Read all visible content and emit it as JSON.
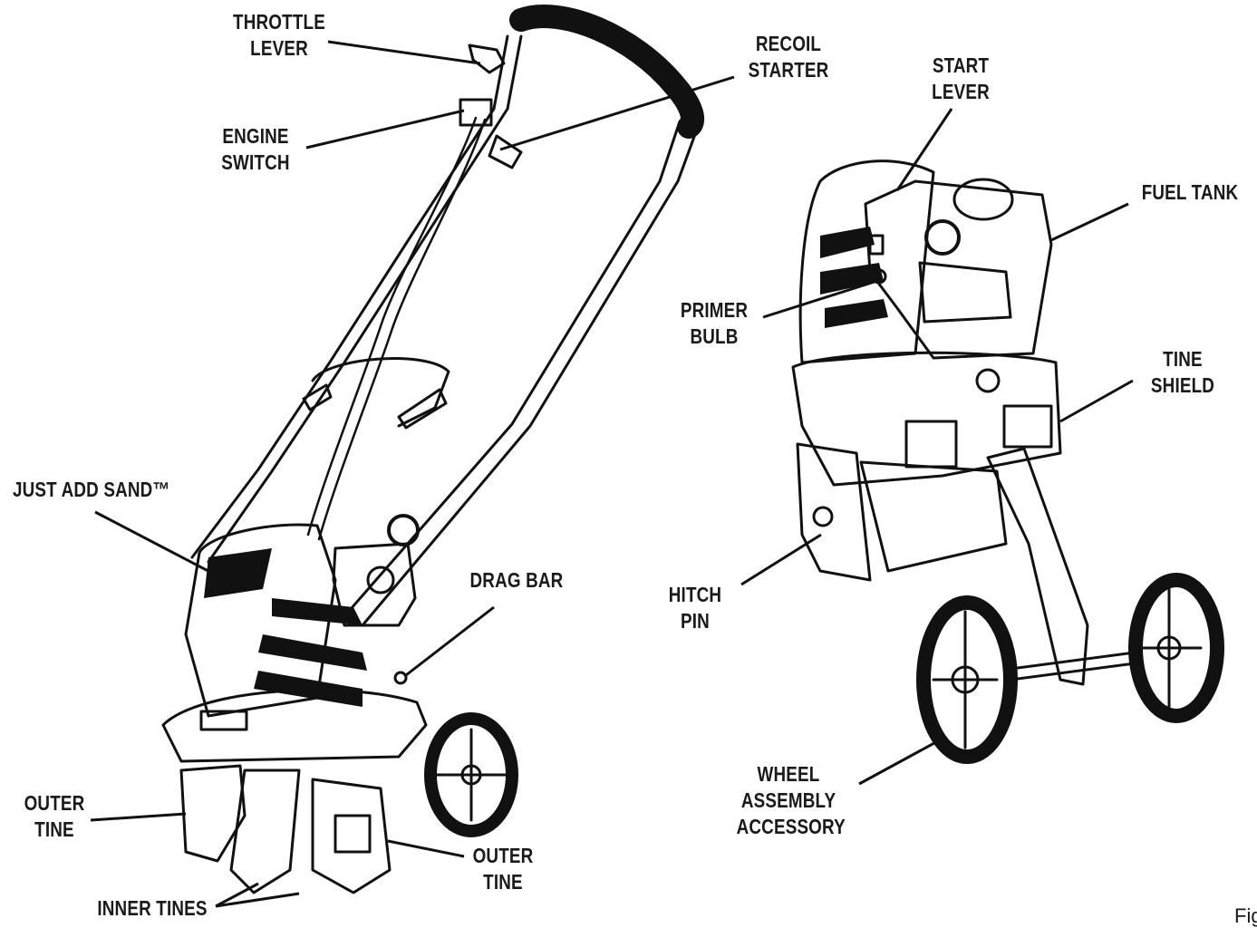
{
  "left_labels": {
    "throttle_lever": [
      "THROTTLE",
      "LEVER"
    ],
    "engine_switch": [
      "ENGINE",
      "SWITCH"
    ],
    "recoil_starter": [
      "RECOIL",
      "STARTER"
    ],
    "just_add_sand": "JUST ADD SAND™",
    "drag_bar": "DRAG BAR",
    "outer_tine_left": [
      "OUTER",
      "TINE"
    ],
    "outer_tine_right": [
      "OUTER",
      "TINE"
    ],
    "inner_tines": "INNER TINES"
  },
  "right_labels": {
    "start_lever": [
      "START",
      "LEVER"
    ],
    "fuel_tank": "FUEL TANK",
    "primer_bulb": [
      "PRIMER",
      "BULB"
    ],
    "tine_shield": [
      "TINE",
      "SHIELD"
    ],
    "hitch_pin": [
      "HITCH",
      "PIN"
    ],
    "wheel_assembly": [
      "WHEEL",
      "ASSEMBLY",
      "ACCESSORY"
    ]
  },
  "figure_caption": "Fig"
}
